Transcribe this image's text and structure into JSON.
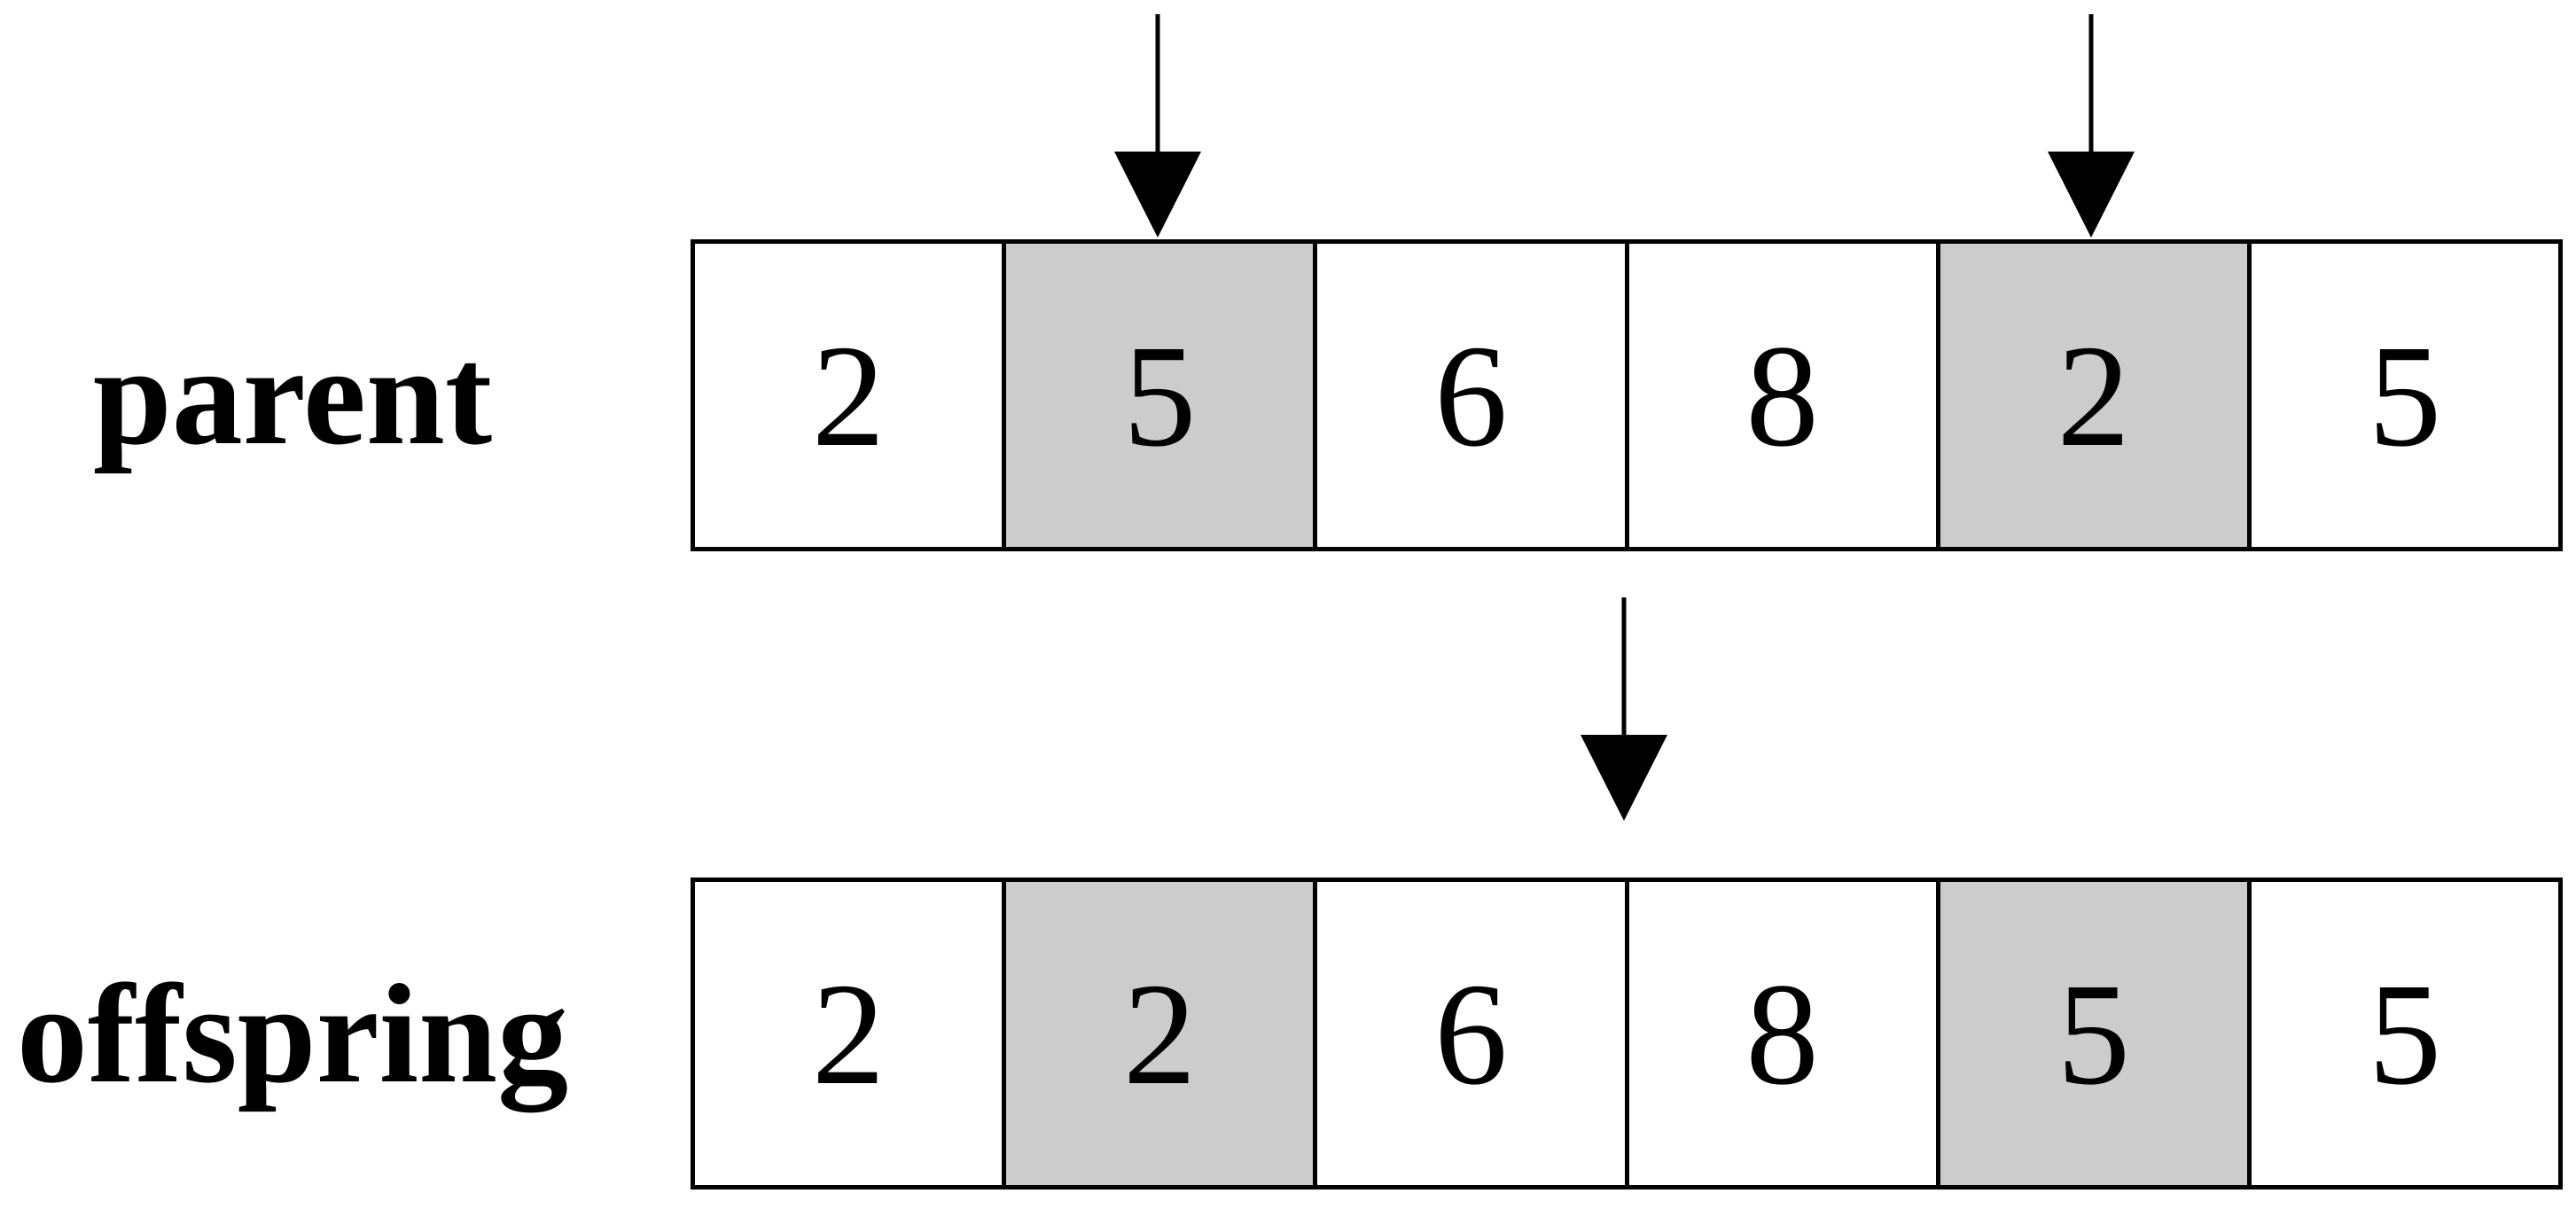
{
  "diagram": {
    "rows": [
      {
        "id": "parent",
        "label": "parent",
        "cells": [
          {
            "value": "2",
            "highlighted": false
          },
          {
            "value": "5",
            "highlighted": true
          },
          {
            "value": "6",
            "highlighted": false
          },
          {
            "value": "8",
            "highlighted": false
          },
          {
            "value": "2",
            "highlighted": true
          },
          {
            "value": "5",
            "highlighted": false
          }
        ]
      },
      {
        "id": "offspring",
        "label": "offspring",
        "cells": [
          {
            "value": "2",
            "highlighted": false
          },
          {
            "value": "2",
            "highlighted": true
          },
          {
            "value": "6",
            "highlighted": false
          },
          {
            "value": "8",
            "highlighted": false
          },
          {
            "value": "5",
            "highlighted": true
          },
          {
            "value": "5",
            "highlighted": false
          }
        ]
      }
    ],
    "icons": {
      "marker_left": "down-arrow",
      "marker_right": "down-arrow",
      "transform": "down-arrow"
    }
  },
  "colors": {
    "highlight": "#cccccc",
    "line": "#000000",
    "background": "#ffffff"
  }
}
